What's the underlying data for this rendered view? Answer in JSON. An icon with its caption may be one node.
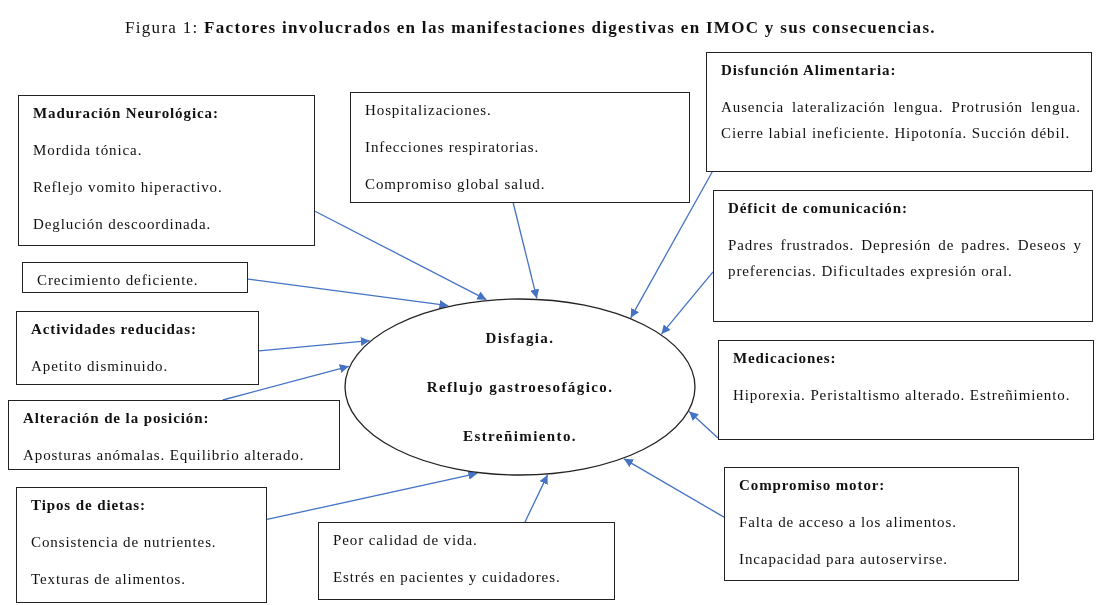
{
  "diagram": {
    "title": "Figura 1: **Factores involucrados en las manifestaciones digestivas en IMOC y sus consecuencias.**",
    "nodes": [
      {
        "text": [
          "Maduración Neurológica:",
          "Mordida tónica.",
          "Reflejo vomito hiperactivo.",
          "Deglución descoordinada."
        ]
      },
      {
        "text": [
          "Hospitalizaciones.",
          "Infecciones respiratorias.",
          "Compromiso global salud."
        ]
      },
      {
        "text": [
          "Disfunción Alimentaria:",
          "Ausencia lateralización lengua. Protrusión lengua. Cierre labial ineficiente. Hipotonía. Succión débil."
        ]
      },
      {
        "text": [
          "Crecimiento deficiente."
        ]
      },
      {
        "text": [
          "Déficit de comunicación:",
          "Padres frustrados. Depresión de padres. Deseos y preferencias. Dificultades expresión oral."
        ]
      },
      {
        "text": [
          "Actividades reducidas:",
          "Apetito disminuido."
        ]
      },
      {
        "text": [
          "Medicaciones:",
          "Hiporexia. Peristaltismo alterado. Estreñimiento."
        ]
      },
      {
        "text": [
          "Alteración de la posición:",
          "Aposturas anómalas. Equilibrio alterado."
        ]
      },
      {
        "text": [
          "Tipos de dietas:",
          "Consistencia de nutrientes.",
          "Texturas de alimentos."
        ]
      },
      {
        "text": [
          "Peor calidad de vida.",
          "Estrés en pacientes y cuidadores."
        ]
      },
      {
        "text": [
          "Compromiso motor:",
          "Falta de acceso a los alimentos.",
          "Incapacidad para autoservirse."
        ]
      },
      {
        "text": [
          "Disfagia.",
          "Reflujo gastroesofágico.",
          "Estreñimiento."
        ]
      }
    ],
    "edges": [
      {
        "from": 0,
        "to": 11,
        "arrow": "to"
      },
      {
        "from": 1,
        "to": 11,
        "arrow": "to"
      },
      {
        "from": 2,
        "to": 11,
        "arrow": "to"
      },
      {
        "from": 3,
        "to": 11,
        "arrow": "to"
      },
      {
        "from": 4,
        "to": 11,
        "arrow": "to"
      },
      {
        "from": 5,
        "to": 11,
        "arrow": "to"
      },
      {
        "from": 6,
        "to": 11,
        "arrow": "to"
      },
      {
        "from": 7,
        "to": 11,
        "arrow": "to"
      },
      {
        "from": 8,
        "to": 11,
        "arrow": "to"
      },
      {
        "from": 9,
        "to": 11,
        "arrow": "to"
      },
      {
        "from": 10,
        "to": 11,
        "arrow": "to"
      }
    ]
  }
}
